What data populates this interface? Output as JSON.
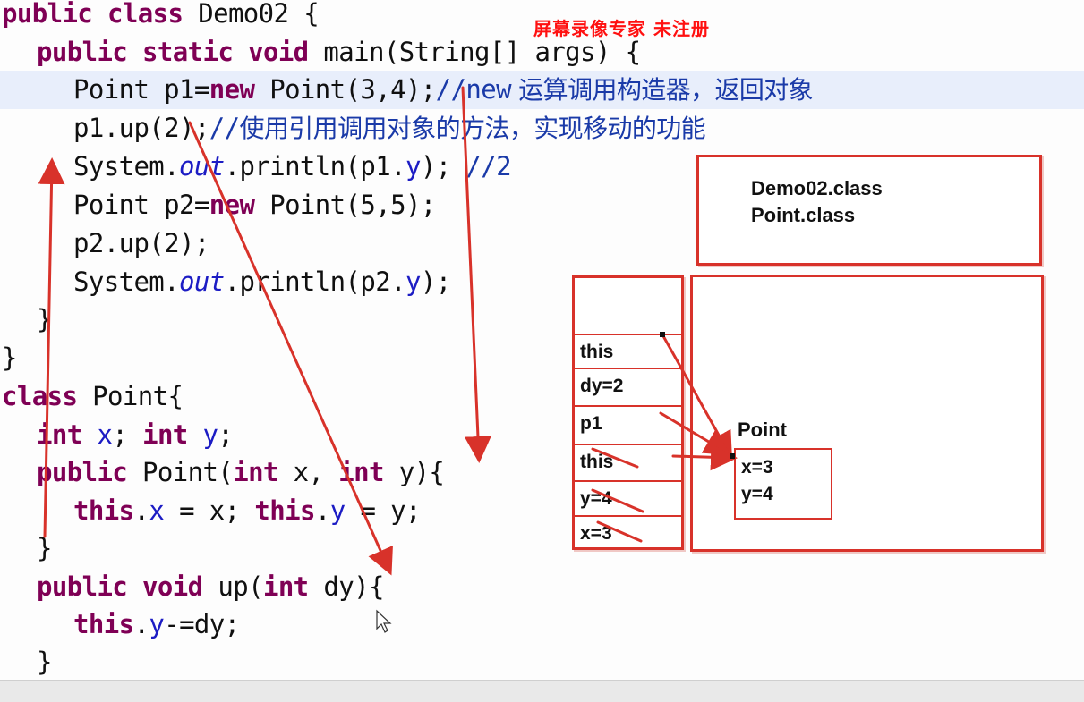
{
  "watermark": "屏幕录像专家 未注册",
  "code": {
    "l1": {
      "kw1": "public",
      "kw2": "class",
      "rest": " Demo02 {"
    },
    "l2": {
      "kw1": "public",
      "kw2": "static",
      "kw3": "void",
      "rest": " main(String[] args) {"
    },
    "l3": {
      "code": "Point p1=",
      "kw": "new",
      "code2": " Point(3,4);",
      "cmt": "//new",
      "cmt_cn": " 运算调用构造器，返回对象"
    },
    "l4": {
      "code": "p1.up(2);",
      "cmt": "//",
      "cmt_cn": "使用引用调用对象的方法，实现移动的功能"
    },
    "l5": {
      "a": "System.",
      "out": "out",
      "b": ".println(p1.",
      "y": "y",
      "c": "); ",
      "cmt": "//2"
    },
    "l6": {
      "code": "Point p2=",
      "kw": "new",
      "code2": " Point(5,5);"
    },
    "l7": {
      "code": "p2.up(2);"
    },
    "l8": {
      "a": "System.",
      "out": "out",
      "b": ".println(p2.",
      "y": "y",
      "c": ");"
    },
    "l9": {
      "code": "}"
    },
    "l10": {
      "code": "}"
    },
    "l11": {
      "kw": "class",
      "rest": " Point{"
    },
    "l12": {
      "kw1": "int",
      "x": "x",
      "mid": "; ",
      "kw2": "int",
      "y": "y",
      "end": ";"
    },
    "l13": {
      "kw1": "public",
      "a": " Point(",
      "kw2": "int",
      "b": " x, ",
      "kw3": "int",
      "c": " y){"
    },
    "l14": {
      "kw1": "this",
      "a": ".",
      "x": "x",
      "b": " = x; ",
      "kw2": "this",
      "c": ".",
      "y": "y",
      "d": " = y;"
    },
    "l15": {
      "code": "}"
    },
    "l16": {
      "kw1": "public",
      "kw2": "void",
      "a": " up(",
      "kw3": "int",
      "b": " dy){"
    },
    "l17": {
      "kw": "this",
      "a": ".",
      "y": "y",
      "b": "-=dy;"
    },
    "l18": {
      "code": "}"
    }
  },
  "diagram": {
    "method_area": [
      "Demo02.class",
      "Point.class"
    ],
    "stack": [
      "this",
      "dy=2",
      "p1",
      "this",
      "y=4",
      "x=3"
    ],
    "heap_label": "Point",
    "object_fields": [
      "x=3",
      "y=4"
    ]
  },
  "colors": {
    "keyword": "#7f0055",
    "field": "#1c1cc4",
    "comment": "#1a3aa8",
    "annotation": "#d8322a",
    "watermark": "#ff1010"
  }
}
